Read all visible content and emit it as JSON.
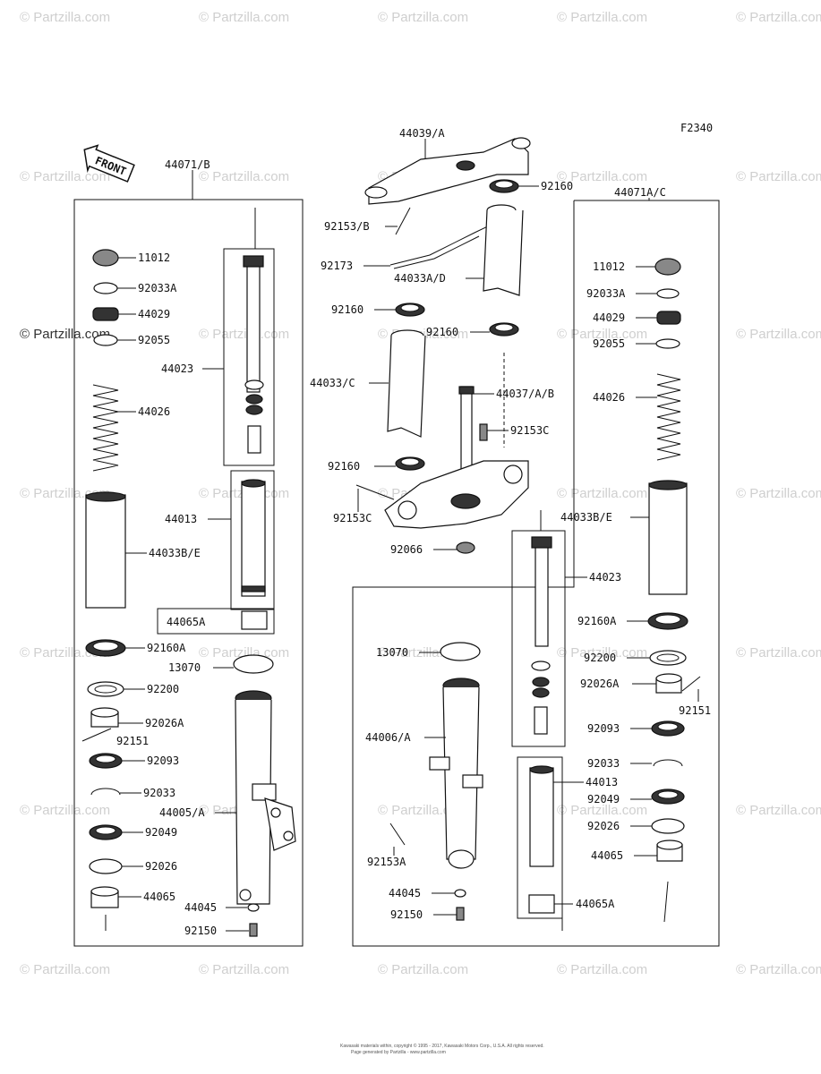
{
  "figure_code": "F2340",
  "front_label": "FRONT",
  "watermark": "© Partzilla.com",
  "watermark_dark": "© Partzilla.com",
  "footer_line1": "Kawasaki materials within, copyright © 1995 - 2017, Kawasaki Motors Corp., U.S.A. All rights reserved.",
  "footer_line2": "Page generated by Partzilla - www.partzilla.com",
  "labels": {
    "l44071B": "44071/B",
    "l44071AC": "44071A/C",
    "l44039A": "44039/A",
    "lc92160a": "92160",
    "l92153B": "92153/B",
    "l92173": "92173",
    "l44033AD": "44033A/D",
    "lc92160b": "92160",
    "lc92160c": "92160",
    "l44033C": "44033/C",
    "l44037AB": "44037/A/B",
    "l92153Ca": "92153C",
    "lc92160d": "92160",
    "l92153Cb": "92153C",
    "l92066": "92066",
    "lL11012": "11012",
    "lL92033A": "92033A",
    "lL44029": "44029",
    "lL92055": "92055",
    "lL44023": "44023",
    "lL44026": "44026",
    "lL44013": "44013",
    "lL44033BE": "44033B/E",
    "lL44065A": "44065A",
    "lL92160A": "92160A",
    "lL13070": "13070",
    "lL92200": "92200",
    "lL92026A": "92026A",
    "lL92151": "92151",
    "lL92093": "92093",
    "lL92033": "92033",
    "lL44005A": "44005/A",
    "lL92049": "92049",
    "lL92026": "92026",
    "lL44065": "44065",
    "lL44045": "44045",
    "lL92150": "92150",
    "lR11012": "11012",
    "lR92033A": "92033A",
    "lR44029": "44029",
    "lR92055": "92055",
    "lR44026": "44026",
    "lR44033BE": "44033B/E",
    "lR44023": "44023",
    "lR92160A": "92160A",
    "lR92200": "92200",
    "lR92026A": "92026A",
    "lR92151": "92151",
    "lR92093": "92093",
    "lR92033": "92033",
    "lR44013": "44013",
    "lR92049": "92049",
    "lR92026": "92026",
    "lR44065": "44065",
    "lR44065A": "44065A",
    "lR13070": "13070",
    "lR44006A": "44006/A",
    "lR92153A": "92153A",
    "lR44045": "44045",
    "lR92150": "92150"
  }
}
